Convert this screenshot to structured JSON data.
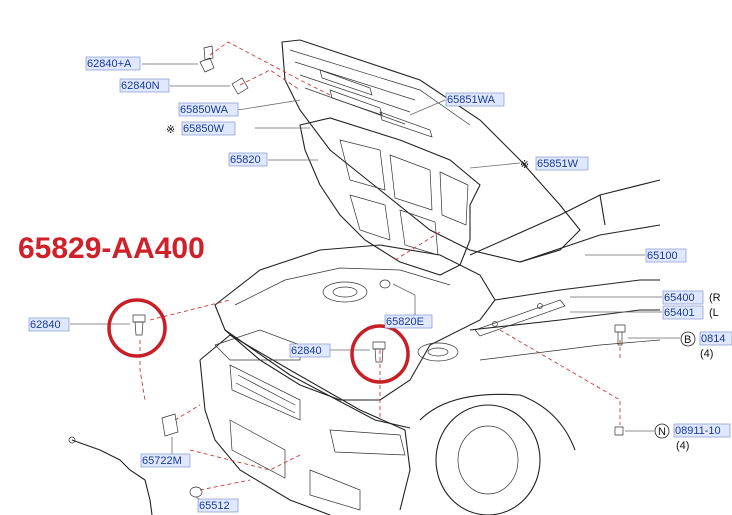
{
  "callout": "65829-AA400",
  "parts": {
    "p62840A": "62840+A",
    "p62840N": "62840N",
    "p65850WA": "65850WA",
    "p65850W": "65850W",
    "p65820": "65820",
    "p65851WA": "65851WA",
    "p65851W": "65851W",
    "p65100": "65100",
    "p62840_left": "62840",
    "p62840_mid": "62840",
    "p65820E": "65820E",
    "p65400": "65400",
    "p65401": "65401",
    "p0814": "0814",
    "p08911": "08911-10",
    "p65722M": "65722M",
    "p65512": "65512"
  },
  "symbols": {
    "asterisk": "※",
    "bolt_b": "B",
    "bolt_n": "N",
    "rh": "(R",
    "lh": "(L"
  },
  "quantities": {
    "q0814": "(4)",
    "q08911": "(4)"
  },
  "colors": {
    "label_text": "#1a3a9a",
    "label_bg": "#dfe8ff",
    "callout": "#d0202a",
    "dash": "#d23a3a"
  }
}
